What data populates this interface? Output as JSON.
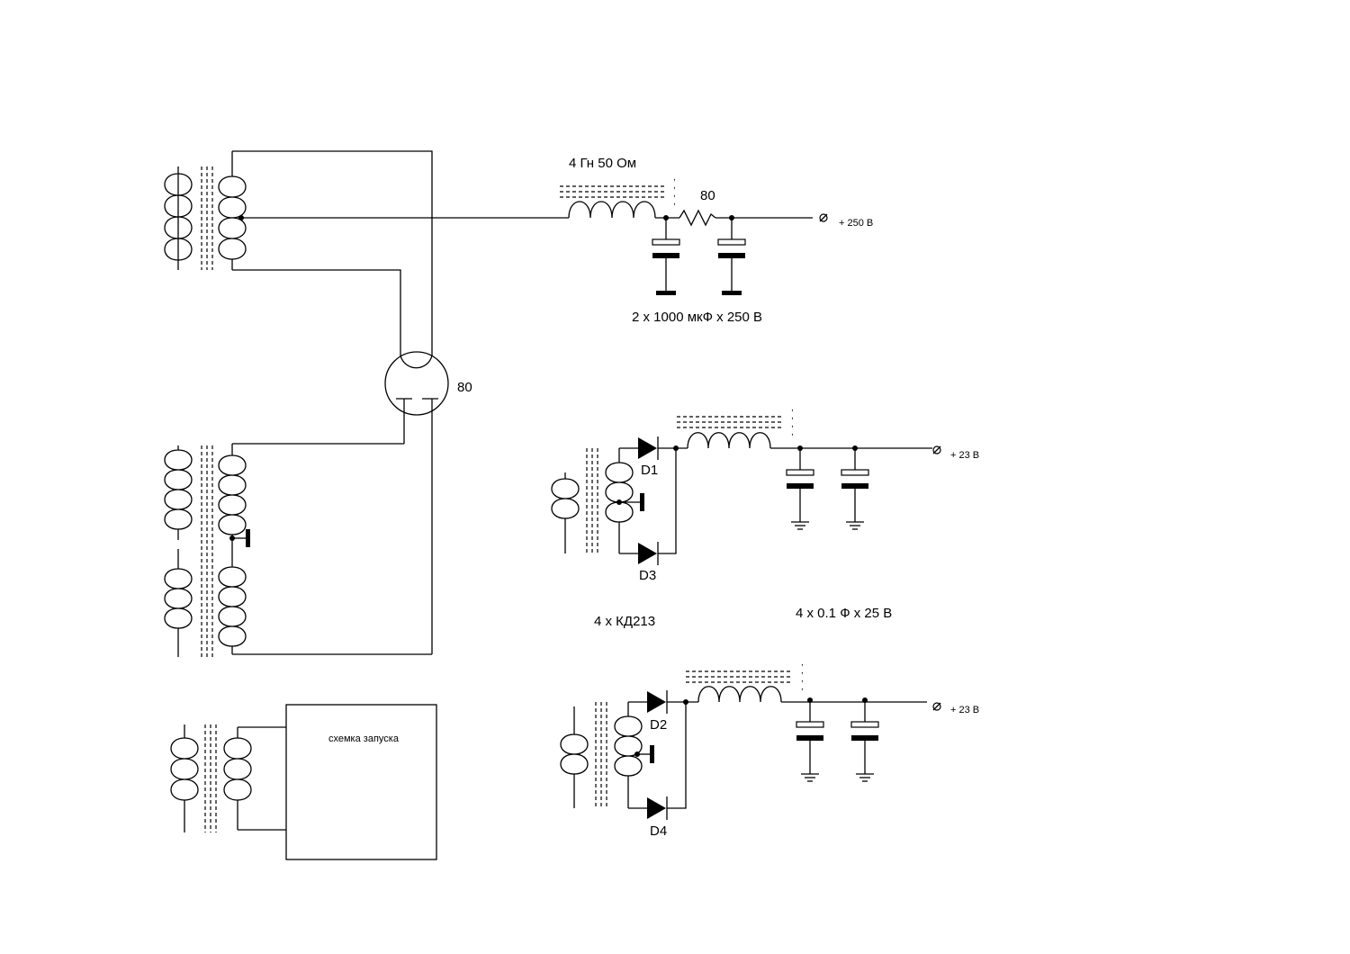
{
  "labels": {
    "choke": "4 Гн 50 Ом",
    "resistor": "80",
    "hv_caps": "2 x 1000 мкФ x 250 В",
    "hv_out": "+ 250 В",
    "tube": "80",
    "d1": "D1",
    "d2": "D2",
    "d3": "D3",
    "d4": "D4",
    "diodes": "4 x КД213",
    "lv_caps": "4 x 0.1 Ф x 25 В",
    "lv_out_1": "+ 23 В",
    "lv_out_2": "+ 23 В",
    "startup": "схемка запуска"
  }
}
